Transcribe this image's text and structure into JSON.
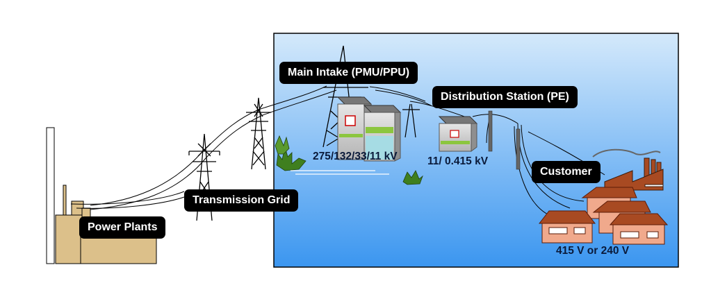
{
  "labels": {
    "main_intake": "Main Intake (PMU/PPU)",
    "distribution_station": "Distribution Station (PE)",
    "customer": "Customer",
    "transmission_grid": "Transmission Grid",
    "power_plants": "Power Plants"
  },
  "voltages": {
    "main_intake": "275/132/33/11 kV",
    "distribution": "11/ 0.415 kV",
    "customer": "415 V or 240 V"
  },
  "colors": {
    "panel_top": "#d2e8fb",
    "panel_bottom": "#3d97f0",
    "label_bg": "#000000",
    "label_text": "#ffffff",
    "plant": "#dcc08a",
    "house_wall": "#f0a98c",
    "roof": "#a84a22",
    "shrub": "#3f7f1f"
  }
}
